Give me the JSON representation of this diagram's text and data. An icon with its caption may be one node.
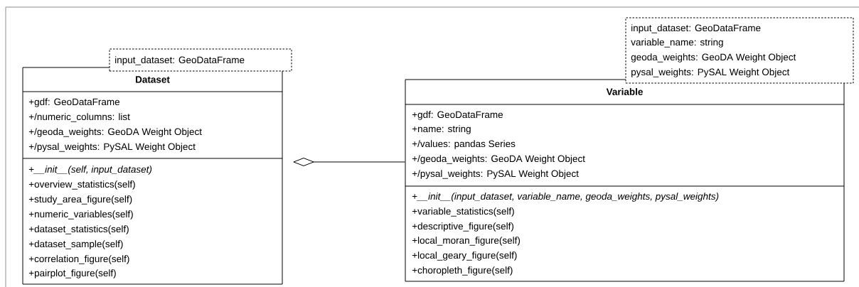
{
  "diagram": {
    "nodes": [
      {
        "text": [
          "Dataset",
          "+gdf: GeoDataFrame",
          "+/numeric_columns: list",
          "+/geoda_weights: GeoDA Weight Object",
          "+/pysal_weights: PySAL Weight Object",
          "+*__init__(self, input_dataset)*",
          "+overview_statistics(self)",
          "+study_area_figure(self)",
          "+numeric_variables(self)",
          "+dataset_statistics(self)",
          "+dataset_sample(self)",
          "+correlation_figure(self)",
          "+pairplot_figure(self)"
        ]
      },
      {
        "text": [
          "input_dataset: GeoDataFrame"
        ]
      },
      {
        "text": [
          "Variable",
          "+gdf: GeoDataFrame",
          "+name: string",
          "+/values: pandas Series",
          "+/geoda_weights: GeoDA Weight Object",
          "+/pysal_weights: PySAL Weight Object",
          "+*__init__(input_dataset, variable_name, geoda_weights, pysal_weights)*",
          "+variable_statistics(self)",
          "+descriptive_figure(self)",
          "+local_moran_figure(self)",
          "+local_geary_figure(self)",
          "+choropleth_figure(self)"
        ]
      },
      {
        "text": [
          "input_dataset: GeoDataFrame",
          "variable_name: string",
          "geoda_weights: GeoDA Weight Object",
          "pysal_weights: PySAL Weight Object"
        ]
      }
    ],
    "edges": [
      {
        "from": 0,
        "to": 2,
        "arrow": "other"
      }
    ]
  }
}
